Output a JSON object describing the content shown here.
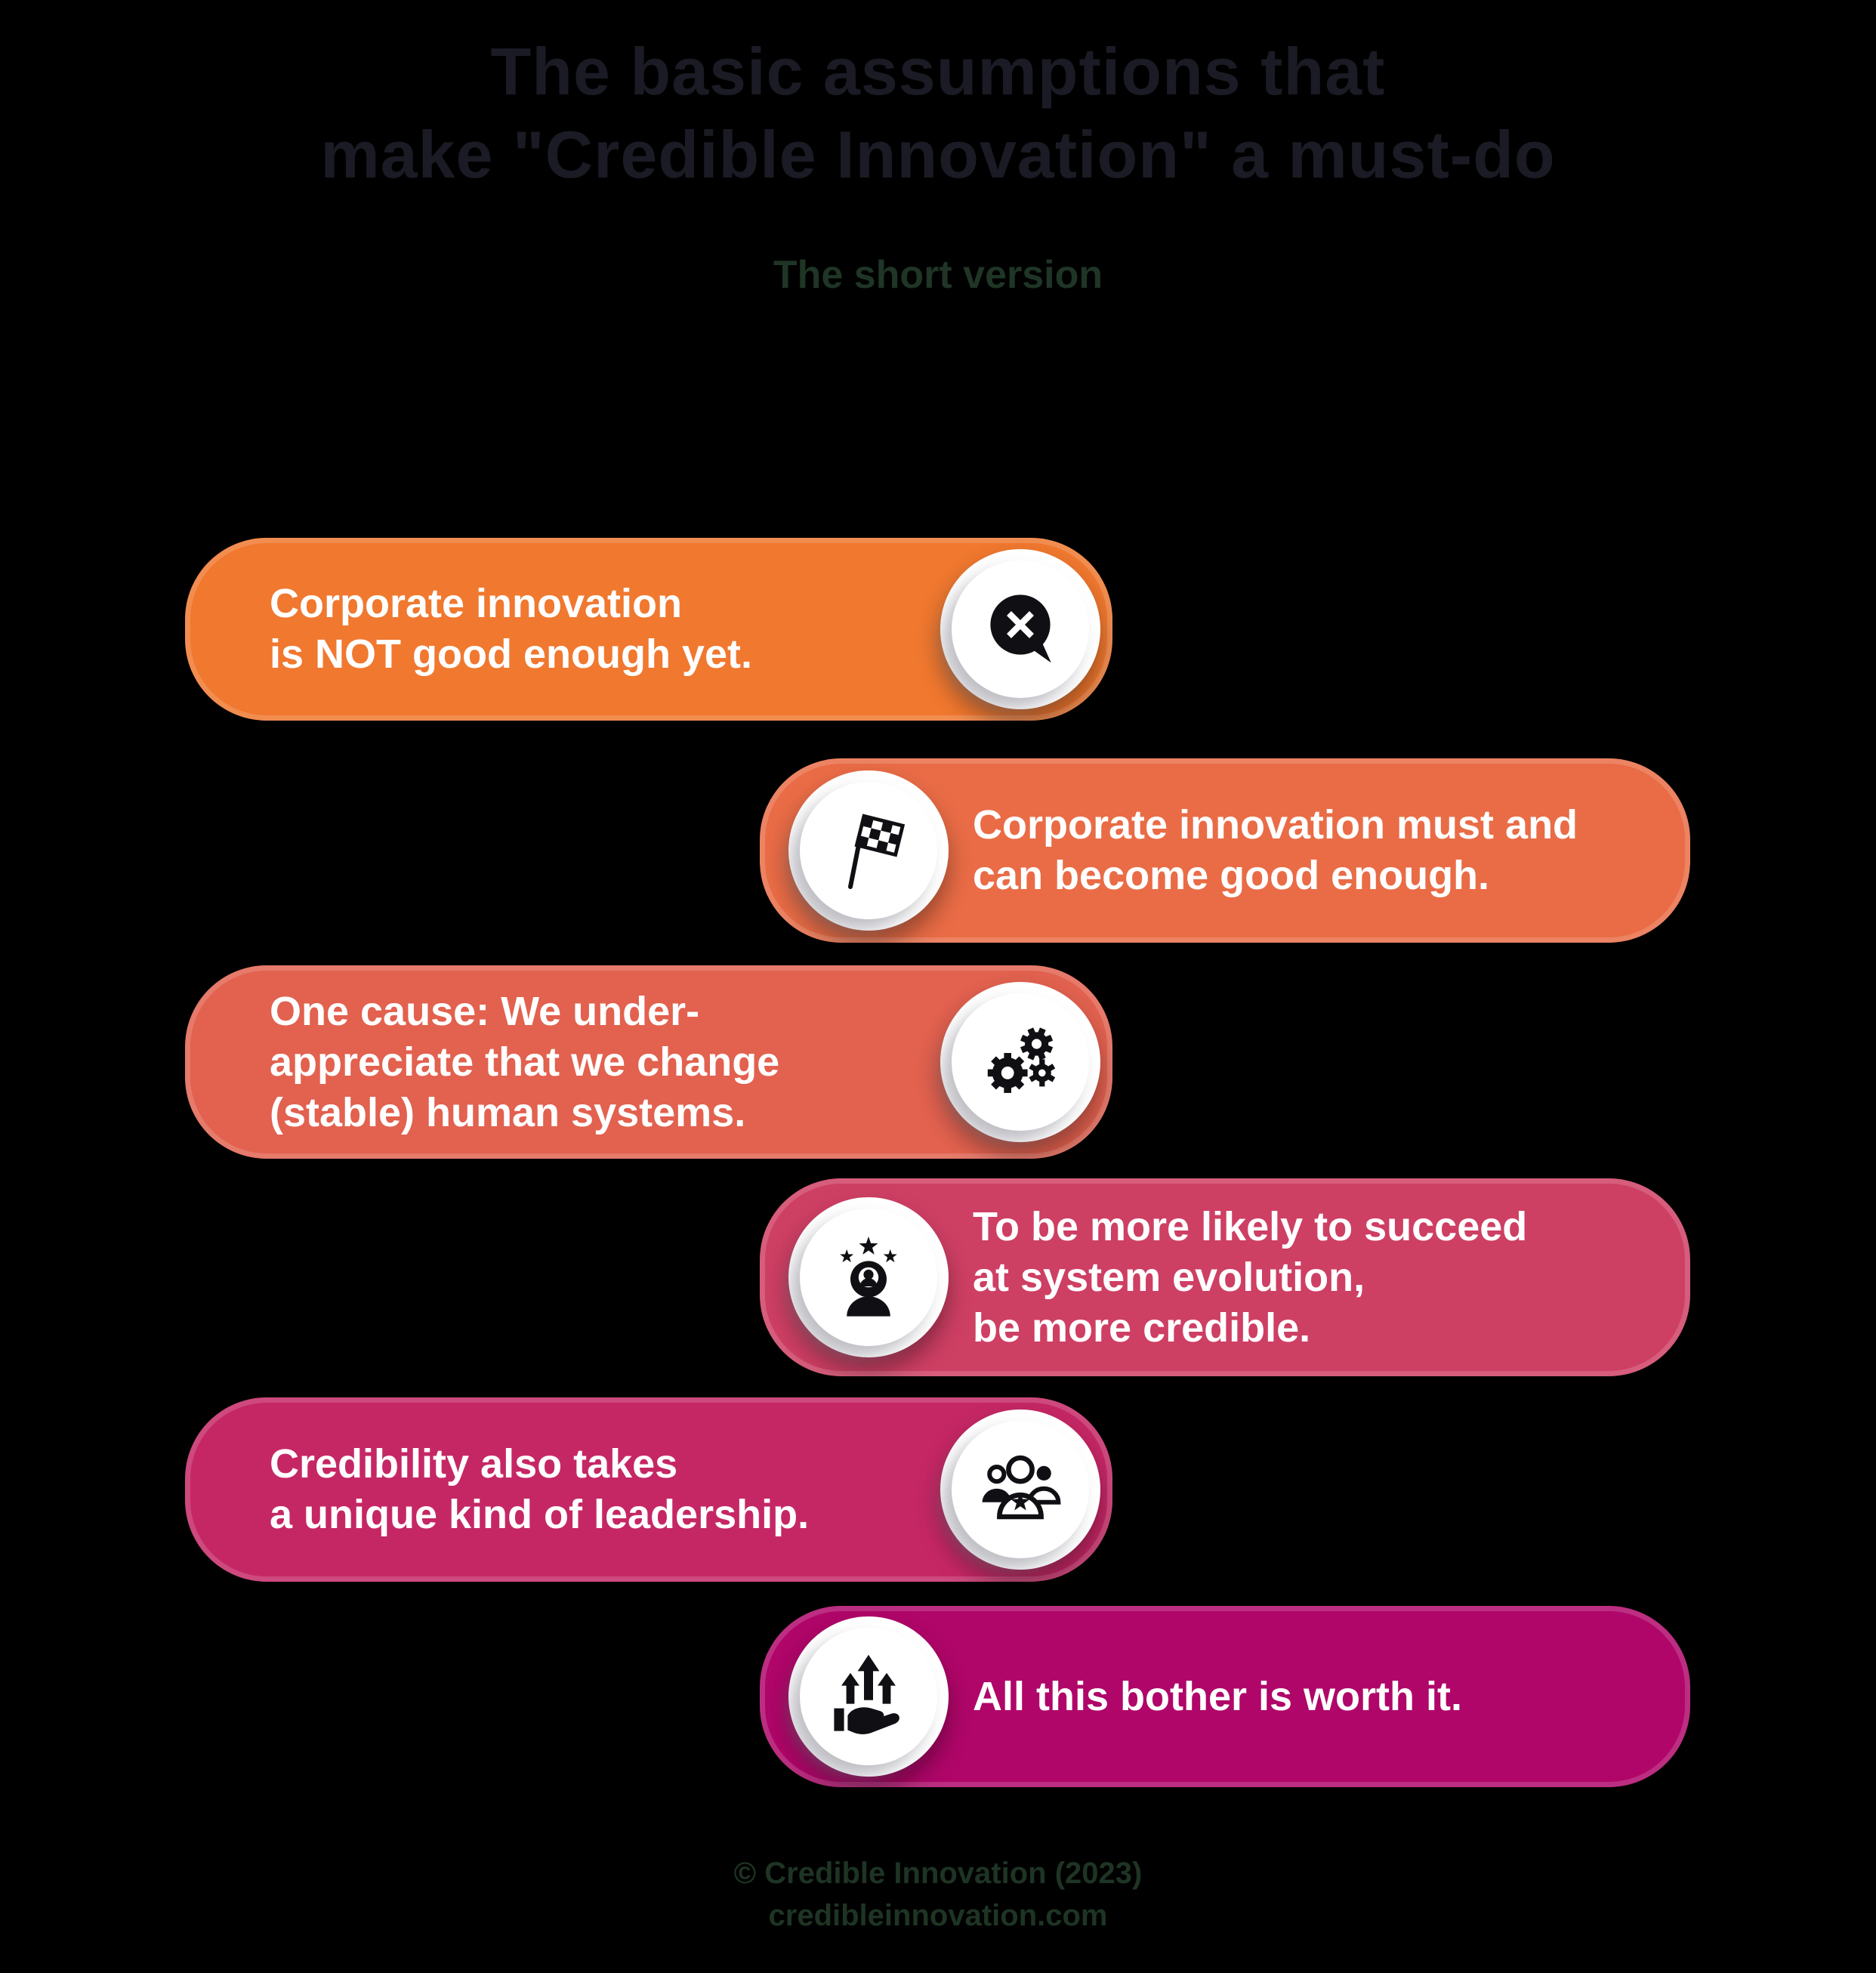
{
  "header": {
    "title_line1": "The basic assumptions that",
    "title_line2": "make \"Credible Innovation\" a must-do",
    "subtitle": "The short version"
  },
  "banners": [
    {
      "text": "Corporate innovation\nis NOT good enough yet.",
      "color": "#F0782F",
      "icon": "speech-bubble-x-icon",
      "icon_side": "right"
    },
    {
      "text": "Corporate innovation must and\ncan become good enough.",
      "color": "#E96C46",
      "icon": "checkered-flag-icon",
      "icon_side": "left"
    },
    {
      "text": "One cause: We under-\nappreciate that we change\n(stable) human systems.",
      "color": "#E2614F",
      "icon": "gears-icon",
      "icon_side": "right"
    },
    {
      "text": "To be more likely to succeed\nat system evolution,\nbe more credible.",
      "color": "#CE3F64",
      "icon": "star-person-icon",
      "icon_side": "left"
    },
    {
      "text": "Credibility also takes\na unique kind of leadership.",
      "color": "#C52765",
      "icon": "leadership-group-icon",
      "icon_side": "right"
    },
    {
      "text": "All this bother is worth it.",
      "color": "#B00669",
      "icon": "hand-growth-icon",
      "icon_side": "left"
    }
  ],
  "footer": {
    "line1": "© Credible Innovation (2023)",
    "line2": "credibleinnovation.com"
  },
  "colors": {
    "background": "#000000",
    "title_text": "#1B1B25",
    "subtitle_text": "#1F3526",
    "banner_text": "#FFFFFF",
    "icon_glyph": "#101014",
    "icon_circle": "#FFFFFF"
  }
}
